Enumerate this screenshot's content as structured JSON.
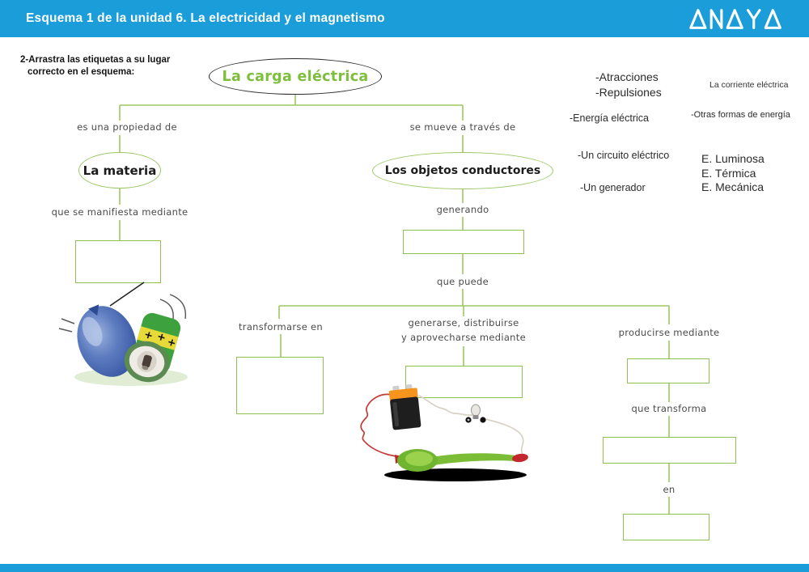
{
  "header": {
    "title": "Esquema 1 de la unidad 6. La electricidad y el magnetismo",
    "logo_text": "ANAYA"
  },
  "instruction": {
    "line1": "2-Arrastra las etiquetas a su lugar",
    "line2": "correcto en el esquema:"
  },
  "map": {
    "root": "La carga eléctrica",
    "left": {
      "edge1": "es una propiedad de",
      "node": "La materia",
      "edge2": "que se manifiesta mediante"
    },
    "right": {
      "edge1": "se mueve a través de",
      "node": "Los objetos conductores",
      "edge2": "generando",
      "edge3": "que puede"
    },
    "branches": {
      "b1": {
        "label": "transformarse en"
      },
      "b2": {
        "label1": "generarse, distribuirse",
        "label2": "y aprovecharse mediante"
      },
      "b3": {
        "label": "producirse mediante",
        "edge2": "que transforma",
        "edge3": "en"
      }
    }
  },
  "labels": {
    "attractions": [
      "-Atracciones",
      "-Repulsiones"
    ],
    "current": "La corriente eléctrica",
    "electric_energy": "-Energía eléctrica",
    "other_energies": "-Otras formas de energía",
    "circuit": "-Un circuito eléctrico",
    "energy_types": [
      "E. Luminosa",
      "E. Térmica",
      "E. Mecánica"
    ],
    "generator": "-Un generador"
  },
  "images": {
    "balloon_can": "balloon-attracting-can-illustration",
    "circuit": "battery-bulb-spoon-circuit-illustration"
  },
  "colors": {
    "header_blue": "#1b9dd9",
    "line_green": "#9cc763",
    "box_green": "#8fc052",
    "root_text_green": "#7dbf3c"
  }
}
